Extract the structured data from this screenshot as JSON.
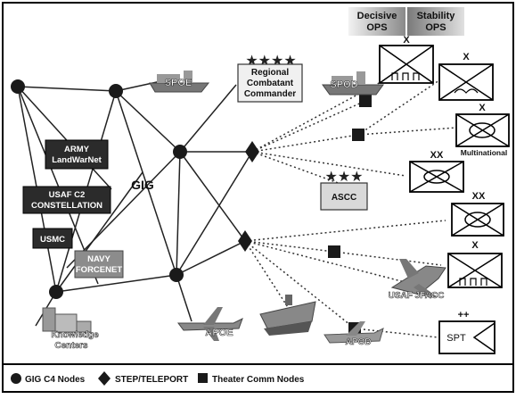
{
  "top_labels": {
    "decisive_ops": [
      "Decisive",
      "OPS"
    ],
    "stability_ops": [
      "Stability",
      "OPS"
    ]
  },
  "hub_label": "GIG",
  "rcc_label": [
    "Regional",
    "Combatant",
    "Commander"
  ],
  "rcc_stars": "★★★★",
  "ascc_label": "ASCC",
  "ascc_stars": "★★★",
  "boxes": {
    "army": [
      "ARMY",
      "LandWarNet"
    ],
    "usaf": [
      "USAF C2",
      "CONSTELLATION"
    ],
    "usmc": "USMC",
    "navy": [
      "NAVY",
      "FORCENET"
    ]
  },
  "site_labels": {
    "spoe": "SPOE",
    "spod": "SPOD",
    "apoe": "APOE",
    "apod": "APOD",
    "usaf_jfacc": "USAF JFACC",
    "knowledge_centers": [
      "Knowledge",
      "Centers"
    ]
  },
  "unit_labels": {
    "x": "X",
    "xx": "XX",
    "plusplus": "++",
    "spt": "SPT",
    "multinational": "Multinational"
  },
  "legend": {
    "gig_nodes": "GIG C4 Nodes",
    "step_teleport": "STEP/TELEPORT",
    "theater_nodes": "Theater Comm Nodes"
  },
  "colors": {
    "node": "#1a1a1a",
    "box_dark": "#2b2b2b",
    "box_gray": "#8c8c8c",
    "rcc_fill": "#f0f0f0",
    "ascc_fill": "#d9d9d9"
  }
}
